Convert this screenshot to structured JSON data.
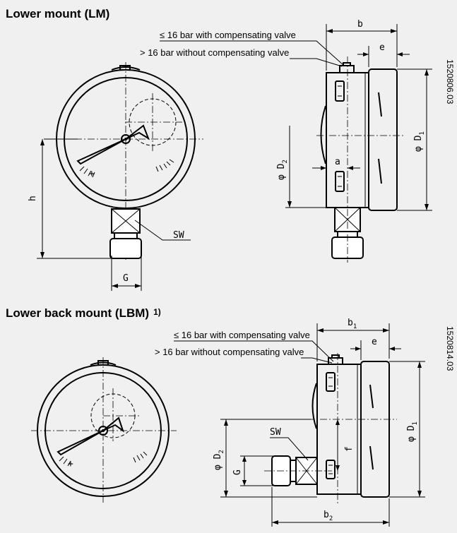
{
  "lm": {
    "title": "Lower mount (LM)",
    "note_le": "≤ 16 bar with compensating valve",
    "note_gt": "> 16 bar without compensating valve",
    "code": "1520806.03",
    "dims": {
      "b": "b",
      "e": "e",
      "a": "a",
      "D1": "φ D",
      "D1_sub": "1",
      "D2": "φ D",
      "D2_sub": "2",
      "h": "h",
      "SW": "SW",
      "G": "G"
    }
  },
  "lbm": {
    "title": "Lower back mount (LBM)",
    "footnote": "1)",
    "note_le": "≤ 16 bar with compensating valve",
    "note_gt": "> 16 bar without compensating valve",
    "code": "1520814.03",
    "dims": {
      "b1": "b",
      "b1_sub": "1",
      "e": "e",
      "b2": "b",
      "b2_sub": "2",
      "D1": "φ D",
      "D1_sub": "1",
      "D2": "φ D",
      "D2_sub": "2",
      "f": "f",
      "SW": "SW",
      "G": "G"
    }
  }
}
